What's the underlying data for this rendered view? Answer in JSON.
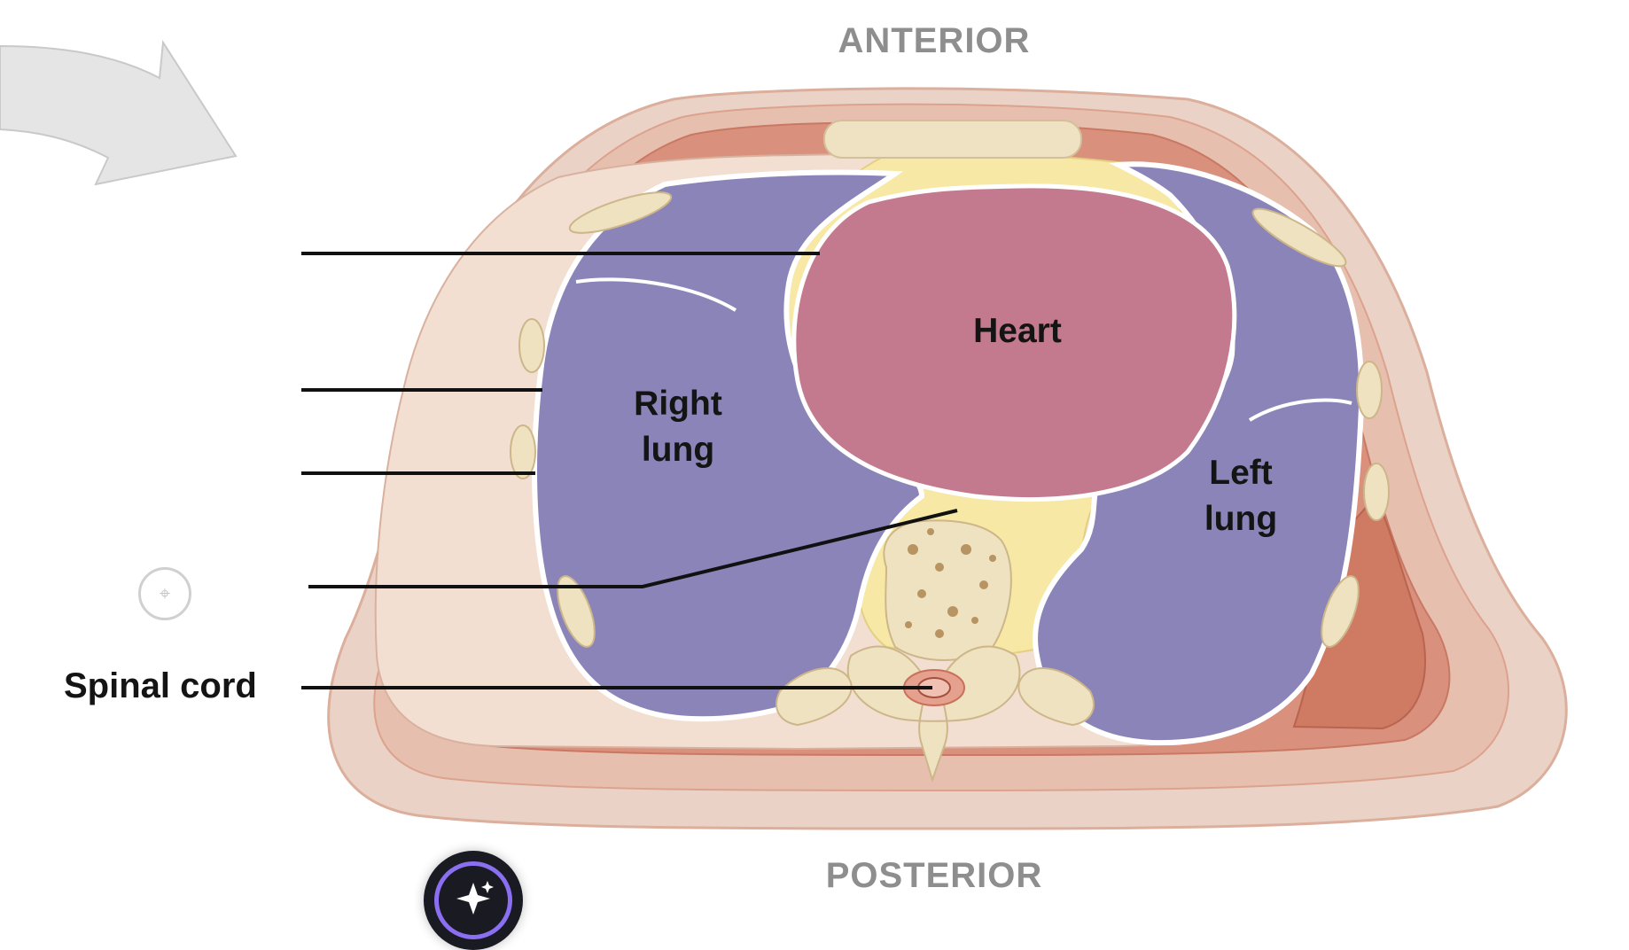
{
  "orientation": {
    "anterior": "ANTERIOR",
    "posterior": "POSTERIOR"
  },
  "organs": {
    "heart": "Heart",
    "right_lung": "Right\nlung",
    "left_lung": "Left\nlung"
  },
  "labels": {
    "spinal_cord": "Spinal cord"
  },
  "icons": {
    "pointer_arrow": "arrow-right-icon",
    "add_target": "crosshair-icon",
    "ai_button": "sparkle-icon"
  },
  "colors": {
    "lung": "#8b84b8",
    "heart": "#c47a8e",
    "mediastinum": "#f7e8a6",
    "muscle": "#d98f7c",
    "skin": "#ead3c6",
    "bone": "#ede1c3",
    "arrow": "#e6e6e6"
  }
}
